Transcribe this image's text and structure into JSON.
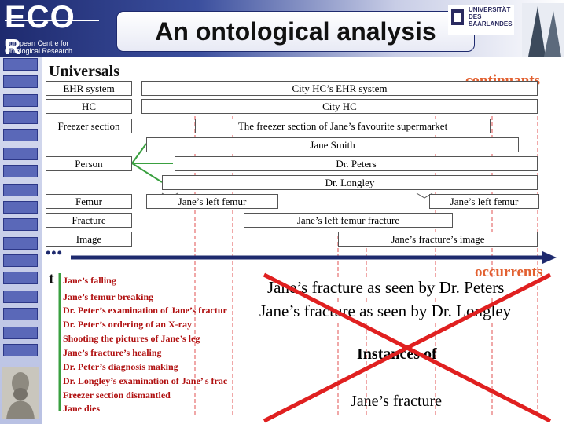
{
  "header": {
    "logo_text": "ECO",
    "logo_r": "R",
    "logo_subtitle": "European Centre for Ontological Research",
    "title": "An ontological analysis",
    "university_logo_text": "UNIVERSITÄT DES SAARLANDES"
  },
  "headings": {
    "universals": "Universals",
    "continuants": "continuants",
    "occurrents": "occurrents",
    "t": "t",
    "dots": "•••"
  },
  "universals": [
    "EHR system",
    "HC",
    "Freezer section",
    "Person",
    "Femur",
    "Fracture",
    "Image"
  ],
  "particulars": {
    "ehr": "City HC’s EHR system",
    "hc": "City HC",
    "freezer": "The freezer section of Jane’s favourite supermarket",
    "jane_smith": "Jane Smith",
    "dr_peters": "Dr. Peters",
    "dr_longley": "Dr. Longley",
    "femur_1": "Jane’s left femur",
    "femur_2": "Jane’s left femur",
    "fracture": "Jane’s left femur fracture",
    "image": "Jane’s fracture’s image"
  },
  "occurrents": [
    "Jane’s falling",
    "Jane’s femur breaking",
    "Dr. Peter’s examination of Jane’s fractur",
    "Dr. Peter’s ordering of an X-ray",
    "Shooting the pictures of Jane’s leg",
    "Jane’s fracture’s healing",
    "Dr. Peter’s diagnosis making",
    "Dr. Longley’s examination of Jane’ s frac",
    "Freezer section dismantled",
    "Jane dies"
  ],
  "overlay": {
    "seen_peters": "Jane’s fracture as seen by Dr. Peters",
    "seen_longley": "Jane’s fracture as seen by Dr. Longley",
    "instances_of": "Instances of",
    "janes_fracture": "Jane’s fracture"
  },
  "colors": {
    "accent_orange": "#e26030",
    "occurrent_red": "#b01010",
    "cross_red": "#e02020",
    "green_connector": "#3aa040",
    "header_blue": "#1e2a6e"
  }
}
